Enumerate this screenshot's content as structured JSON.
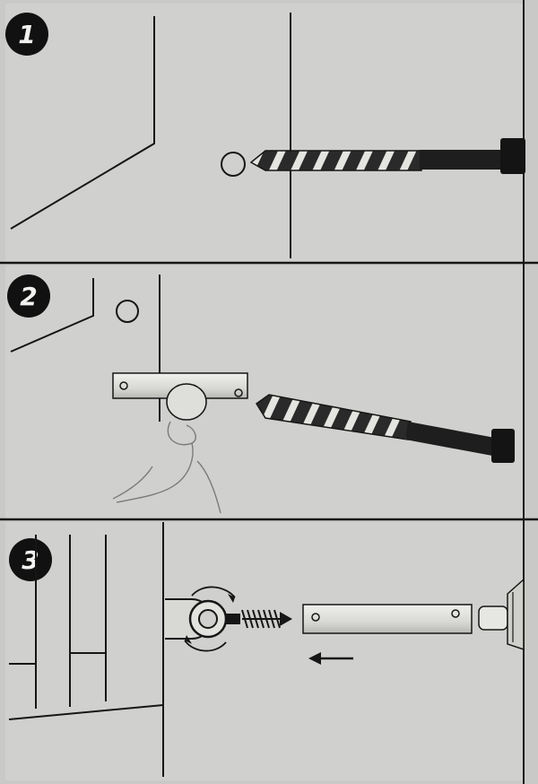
{
  "panels": [
    {
      "step": "1"
    },
    {
      "step": "2"
    },
    {
      "step": "3"
    }
  ],
  "colors": {
    "background": "#c9c9c7",
    "paper": "#d0d0ce",
    "ink": "#161616",
    "drill_bit": "#1e1e1e",
    "highlight": "#e6e6e2"
  },
  "icons": [
    "step-badge",
    "drill-bit",
    "pilot-hole",
    "hinge-bracket",
    "eye-screw",
    "arrow-left"
  ]
}
